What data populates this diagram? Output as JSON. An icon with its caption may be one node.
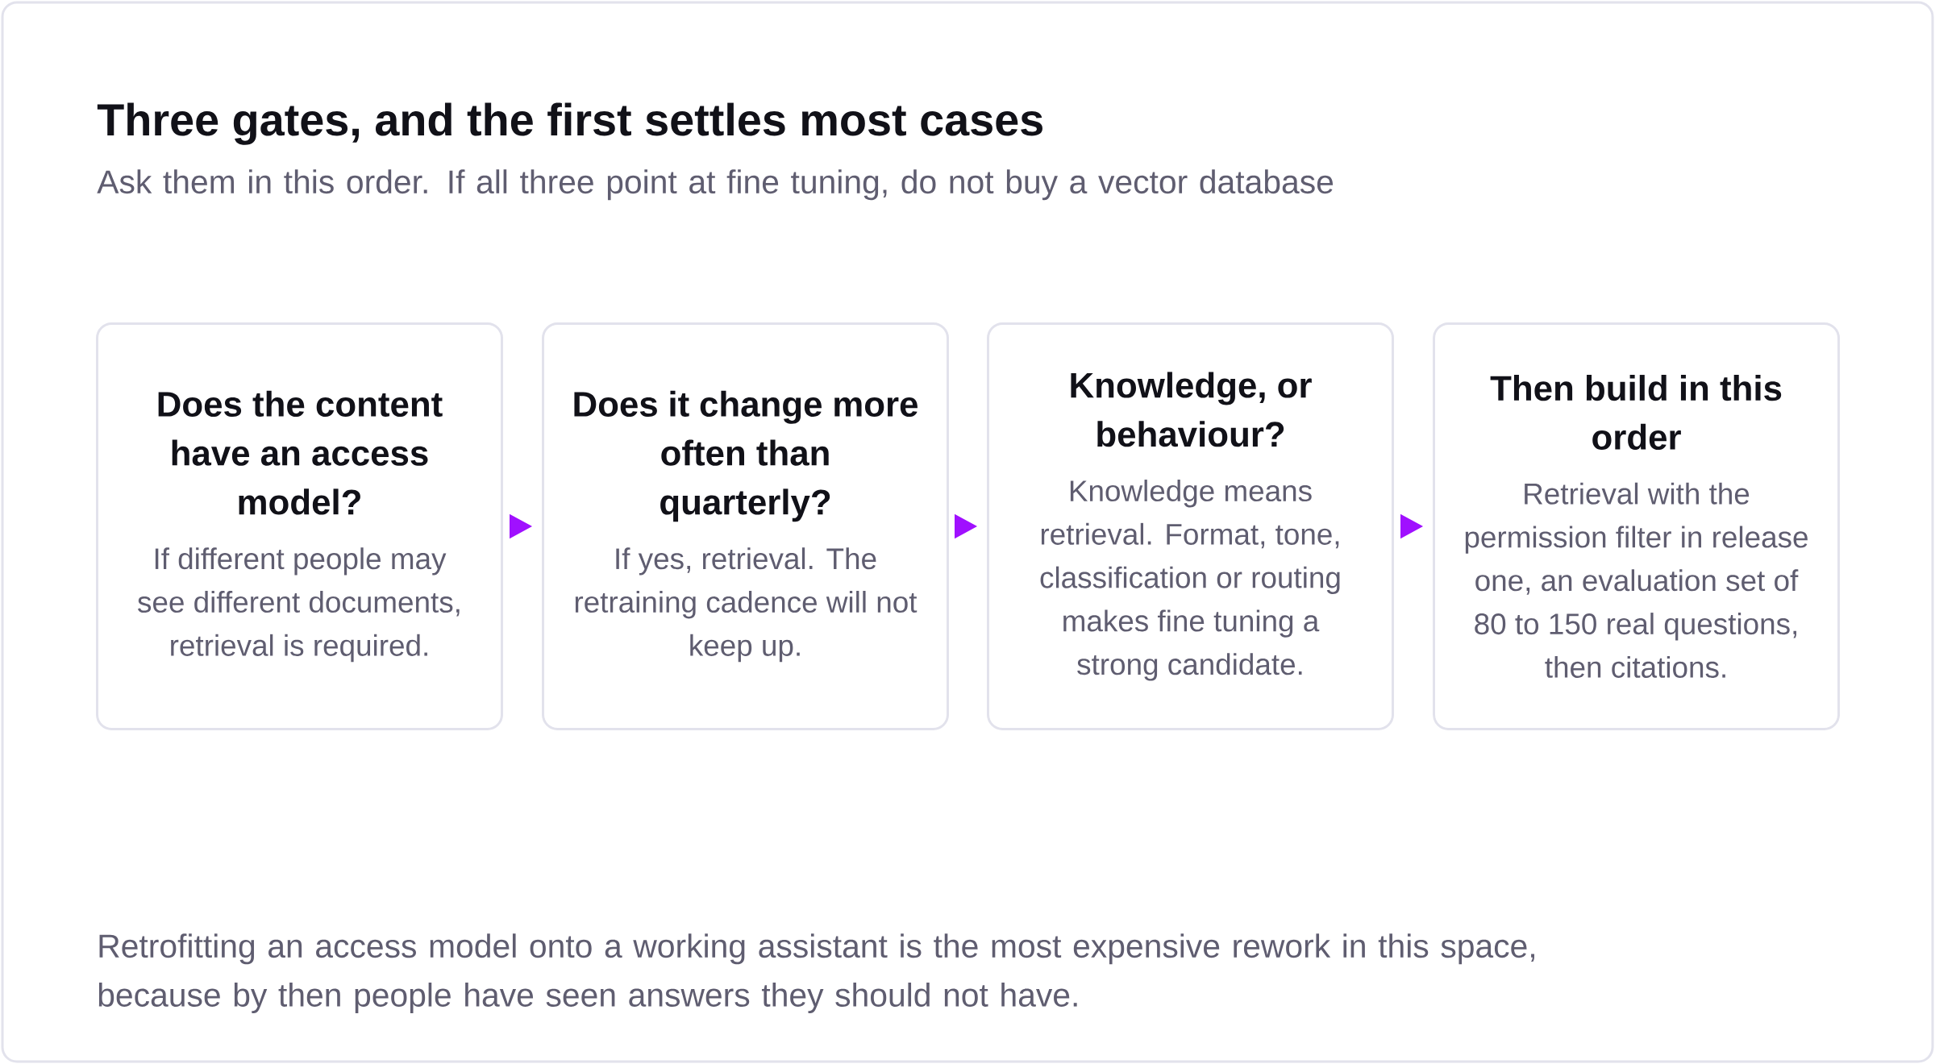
{
  "diagram": {
    "title": "Three gates, and the first settles most cases",
    "nodes": [
      {
        "text": [
          "Does the content have an access model?",
          "If different people may see different documents, retrieval is required."
        ]
      },
      {
        "text": [
          "Does it change more often than quarterly?",
          "If yes, retrieval. The retraining cadence will not keep up."
        ]
      },
      {
        "text": [
          "Knowledge, or behaviour?",
          "Knowledge means retrieval. Format, tone, classification or routing makes fine tuning a strong candidate."
        ]
      },
      {
        "text": [
          "Then build in this order",
          "Retrieval with the permission filter in release one, an evaluation set of 80 to 150 real questions, then citations."
        ]
      }
    ],
    "edges": [
      {
        "from": 0,
        "to": 1,
        "arrow": "to"
      },
      {
        "from": 1,
        "to": 2,
        "arrow": "to"
      },
      {
        "from": 2,
        "to": 3,
        "arrow": "to"
      }
    ],
    "labels": [
      "Ask them in this order. If all three point at fine tuning, do not buy a vector database",
      "Retrofitting an access model onto a working assistant is the most expensive rework in this space, because by then people have seen answers they should not have."
    ]
  }
}
